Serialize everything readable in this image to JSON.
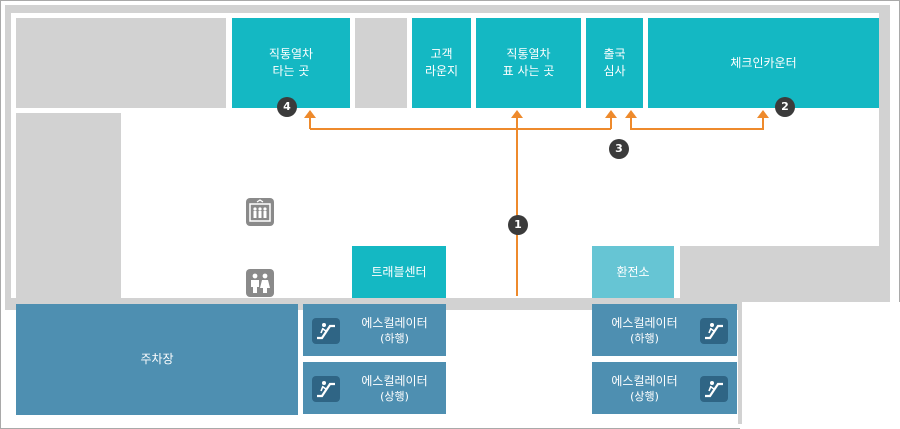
{
  "map": {
    "zones": {
      "direct_boarding": "직통열차\n타는 곳",
      "lounge": "고객\n라운지",
      "ticket": "직통열차\n표 사는 곳",
      "immigration": "출국\n심사",
      "checkin": "체크인카운터",
      "travel_center": "트래블센터",
      "exchange": "환전소",
      "parking": "주차장"
    },
    "escalators": [
      {
        "label": "에스컬레이터",
        "direction": "(하행)"
      },
      {
        "label": "에스컬레이터",
        "direction": "(상행)"
      },
      {
        "label": "에스컬레이터",
        "direction": "(하행)"
      },
      {
        "label": "에스컬레이터",
        "direction": "(상행)"
      }
    ],
    "route_steps": [
      "1",
      "2",
      "3",
      "4"
    ],
    "icons": [
      "elevator-icon",
      "restroom-icon",
      "escalator-icon"
    ],
    "colors": {
      "teal": "#14b8c3",
      "light_teal": "#66c5d4",
      "blue": "#4e8fb1",
      "route": "#ee8a2c",
      "gray": "#d2d2d2",
      "badge": "#3b3b3b"
    }
  }
}
